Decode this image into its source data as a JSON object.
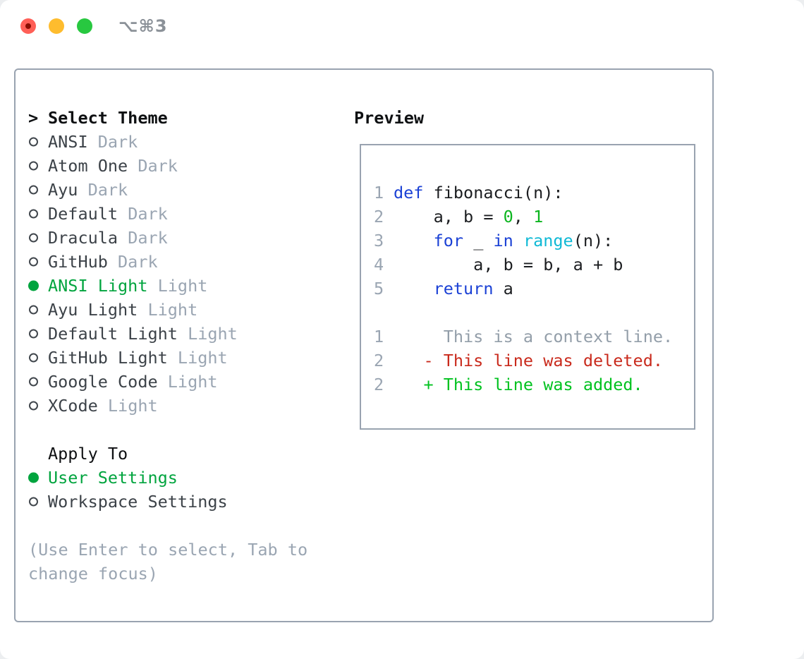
{
  "window": {
    "shortcut": "⌥⌘3",
    "traffic_lights": [
      "close",
      "minimize",
      "zoom"
    ]
  },
  "colors": {
    "panel_border": "#99a3b0",
    "text_primary": "#0e1012",
    "text_item": "#3c4248",
    "text_muted": "#9aa5b2",
    "green_accent": "#00a43e",
    "code_plain": "#1b1d20",
    "code_keyword": "#1b41d5",
    "code_builtin": "#0fb9d5",
    "code_number": "#0cb51f",
    "diff_context": "#939ea9",
    "diff_deleted": "#c92a1c",
    "diff_added": "#00c21f",
    "traffic_red": "#ff5f57",
    "traffic_red_dot": "#8a0e03",
    "traffic_yellow": "#febc2e",
    "traffic_green": "#28c840",
    "shortcut_gray": "#8b9198"
  },
  "theme_panel": {
    "header_prefix": ">",
    "header_label": "Select Theme",
    "items": [
      {
        "name": "ANSI",
        "tag": "Dark",
        "selected": false
      },
      {
        "name": "Atom One",
        "tag": "Dark",
        "selected": false
      },
      {
        "name": "Ayu",
        "tag": "Dark",
        "selected": false
      },
      {
        "name": "Default",
        "tag": "Dark",
        "selected": false
      },
      {
        "name": "Dracula",
        "tag": "Dark",
        "selected": false
      },
      {
        "name": "GitHub",
        "tag": "Dark",
        "selected": false
      },
      {
        "name": "ANSI Light",
        "tag": "Light",
        "selected": true
      },
      {
        "name": "Ayu Light",
        "tag": "Light",
        "selected": false
      },
      {
        "name": "Default Light",
        "tag": "Light",
        "selected": false
      },
      {
        "name": "GitHub Light",
        "tag": "Light",
        "selected": false
      },
      {
        "name": "Google Code",
        "tag": "Light",
        "selected": false
      },
      {
        "name": "XCode",
        "tag": "Light",
        "selected": false
      }
    ],
    "apply_to": {
      "label": "Apply To",
      "options": [
        {
          "label": "User Settings",
          "selected": true
        },
        {
          "label": "Workspace Settings",
          "selected": false
        }
      ]
    },
    "help": [
      "(Use Enter to select, Tab to",
      "change focus)"
    ]
  },
  "preview": {
    "title": "Preview",
    "code_lines": [
      {
        "num": "1",
        "tokens": [
          {
            "c": "keyword",
            "t": "def"
          },
          {
            "c": "plain",
            "t": " fibonacci(n):"
          }
        ]
      },
      {
        "num": "2",
        "tokens": [
          {
            "c": "plain",
            "t": "    a, b = "
          },
          {
            "c": "number",
            "t": "0"
          },
          {
            "c": "plain",
            "t": ", "
          },
          {
            "c": "number",
            "t": "1"
          }
        ]
      },
      {
        "num": "3",
        "tokens": [
          {
            "c": "plain",
            "t": "    "
          },
          {
            "c": "keyword",
            "t": "for"
          },
          {
            "c": "plain",
            "t": " _ "
          },
          {
            "c": "keyword",
            "t": "in"
          },
          {
            "c": "plain",
            "t": " "
          },
          {
            "c": "builtin",
            "t": "range"
          },
          {
            "c": "plain",
            "t": "(n):"
          }
        ]
      },
      {
        "num": "4",
        "tokens": [
          {
            "c": "plain",
            "t": "        a, b = b, a + b"
          }
        ]
      },
      {
        "num": "5",
        "tokens": [
          {
            "c": "plain",
            "t": "    "
          },
          {
            "c": "keyword",
            "t": "return"
          },
          {
            "c": "plain",
            "t": " a"
          }
        ]
      }
    ],
    "diff_lines": [
      {
        "num": "1",
        "text": "     This is a context line.",
        "kind": "context"
      },
      {
        "num": "2",
        "text": "   - This line was deleted.",
        "kind": "deleted"
      },
      {
        "num": "2",
        "text": "   + This line was added.",
        "kind": "added"
      }
    ]
  }
}
